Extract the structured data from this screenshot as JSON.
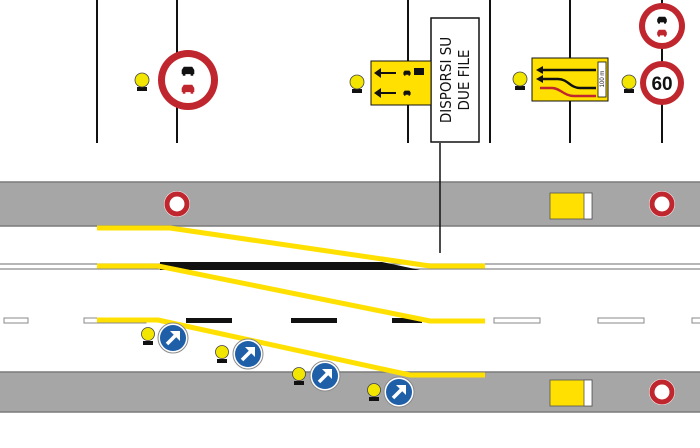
{
  "diagram": {
    "colors": {
      "road_band": "#a6a6a6",
      "road_edge": "#7a7a7a",
      "yellow_marking": "#ffe000",
      "sign_red": "#c0262e",
      "sign_blue": "#1f5fa8",
      "lamp_yellow": "#f2e600",
      "black": "#111111",
      "white": "#ffffff"
    },
    "signs": {
      "text_panel_line1": "DISPORSI SU",
      "text_panel_line2": "DUE FILE",
      "speed_limit": "60",
      "distance_plate": "100 m"
    }
  }
}
